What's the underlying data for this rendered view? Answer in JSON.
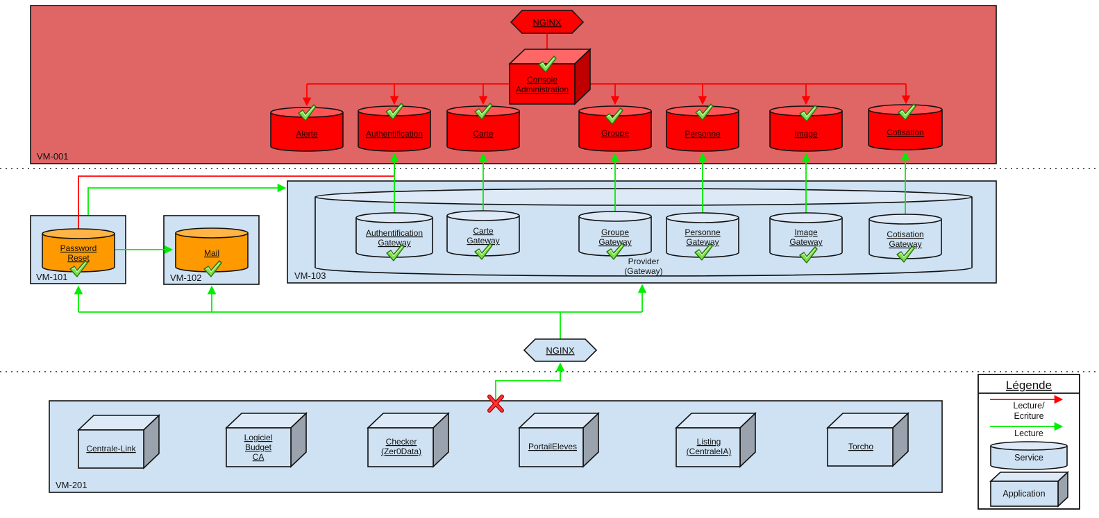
{
  "zones": {
    "vm001": "VM-001",
    "vm101": "VM-101",
    "vm102": "VM-102",
    "vm103": "VM-103",
    "vm201": "VM-201"
  },
  "nginx_top": "NGINX",
  "nginx_mid": "NGINX",
  "console": [
    "Console",
    "Administration"
  ],
  "databases": {
    "alerte": "Alerte",
    "authentification": "Authentification",
    "carte": "Carte",
    "groupe": "Groupe",
    "personne": "Personne",
    "image": "Image",
    "cotisation": "Cotisation"
  },
  "password_reset": [
    "Password",
    "Reset"
  ],
  "mail": "Mail",
  "provider": [
    "Provider",
    "(Gateway)"
  ],
  "gateways": {
    "authentification": [
      "Authentification",
      "Gateway"
    ],
    "carte": [
      "Carte",
      "Gateway"
    ],
    "groupe": [
      "Groupe",
      "Gateway"
    ],
    "personne": [
      "Personne",
      "Gateway"
    ],
    "image": [
      "Image",
      "Gateway"
    ],
    "cotisation": [
      "Cotisation",
      "Gateway"
    ]
  },
  "applications": {
    "centrale_link": [
      "Centrale-Link"
    ],
    "logiciel_budget": [
      "Logiciel",
      "Budget",
      "CA"
    ],
    "checker": [
      "Checker",
      "(Zer0Data)"
    ],
    "portail_eleves": [
      "PortailEleves"
    ],
    "listing": [
      "Listing",
      "(CentraleIA)"
    ],
    "torcho": [
      "Torcho"
    ]
  },
  "legend": {
    "title": "Légende",
    "rw": [
      "Lecture/",
      "Ecriture"
    ],
    "read": "Lecture",
    "service": "Service",
    "application": "Application"
  },
  "colors": {
    "red_zone": "#e06666",
    "blue_zone": "#cfe2f3",
    "db_red": "#ff0000",
    "db_orange": "#ff9900",
    "arrow_red": "#ff0000",
    "arrow_green": "#00ee00"
  }
}
